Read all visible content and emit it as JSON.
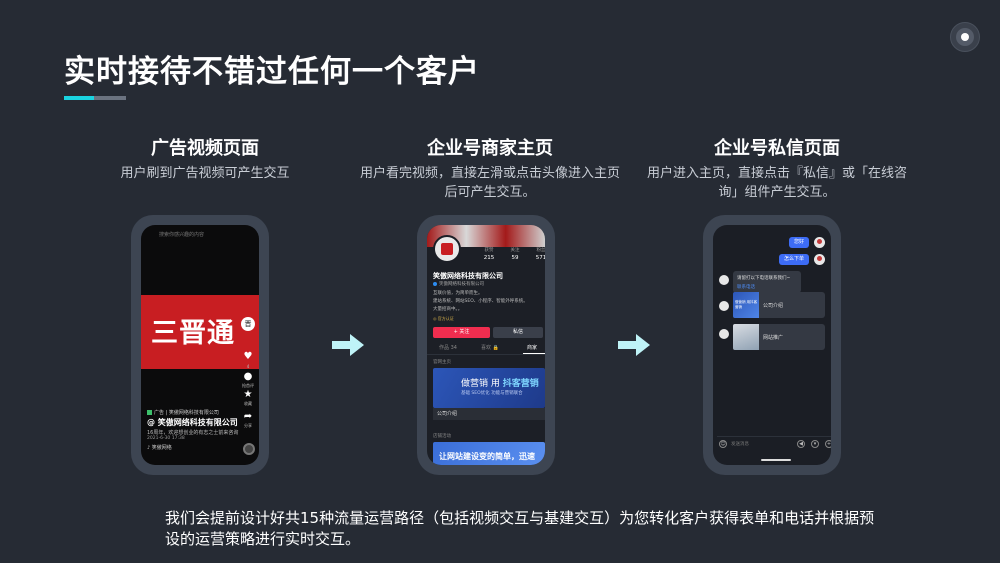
{
  "page": {
    "title": "实时接待不错过任何一个客户",
    "footer": "我们会提前设计好共15种流量运营路径（包括视频交互与基建交互）为您转化客户获得表单和电话并根据预设的运营策略进行实时交互。"
  },
  "colors": {
    "background": "#262b34",
    "accent": "#1ad3e0",
    "arrow": "#bff3f7",
    "brand_red": "#c81e22",
    "chat_blue": "#3d6cf5"
  },
  "columns": [
    {
      "title": "广告视频页面",
      "desc": "用户刷到广告视频可产生交互"
    },
    {
      "title": "企业号商家主页",
      "desc": "用户看完视频，直接左滑或点击头像进入主页后可产生交互。"
    },
    {
      "title": "企业号私信页面",
      "desc": "用户进入主页，直接点击『私信』或「在线咨询」组件产生交互。"
    }
  ],
  "phone1": {
    "top_text": "搜索你感兴趣的内容",
    "banner": "三晋通",
    "side": {
      "avatar_text": "晋",
      "likes": "4",
      "comments": "抢首评",
      "fav": "收藏",
      "share": "分享"
    },
    "ad_line": "广告 | 笑傲网络科技有限公司",
    "ad_name": "@ 笑傲网络科技有限公司",
    "ad_desc": "16周年，欢迎想创业的有志之士前来咨询",
    "ad_date": "2021-6-30 17:38",
    "ad_music": "♪ 笑傲网络"
  },
  "phone2": {
    "stats": [
      {
        "label": "获赞",
        "value": "215"
      },
      {
        "label": "关注",
        "value": "59"
      },
      {
        "label": "粉丝",
        "value": "571"
      }
    ],
    "name": "笑傲网络科技有限公司",
    "subtitle": "笑傲网络科技有限公司",
    "lines": [
      "互联价值，为简单而生。",
      "建站系统、网站SEO、小程序、智能外呼系统。",
      "大量招商中。。"
    ],
    "badge": "◎ 官方认证",
    "follow": "+ 关注",
    "message": "私信",
    "tabs": [
      "作品 34",
      "喜欢 🔒",
      "商家"
    ],
    "section1": "官网主页",
    "card1": {
      "text_a": "做营销 用",
      "text_b": "抖客营销",
      "sub": "基础 SEO优化 功能与营销联合",
      "footer": "公司介绍"
    },
    "section2": "店铺活动",
    "card2": "让网站建设变的简单，迅速"
  },
  "phone3": {
    "msg1": "您好",
    "msg2": "怎么下单",
    "reply1": "请留打以下电话联系我们~",
    "reply1_link": "联系电话",
    "thumb1_text": "做营销 用抖客营销",
    "link1": "公司介绍",
    "link2": "网站推广",
    "input_placeholder": "发送消息"
  }
}
